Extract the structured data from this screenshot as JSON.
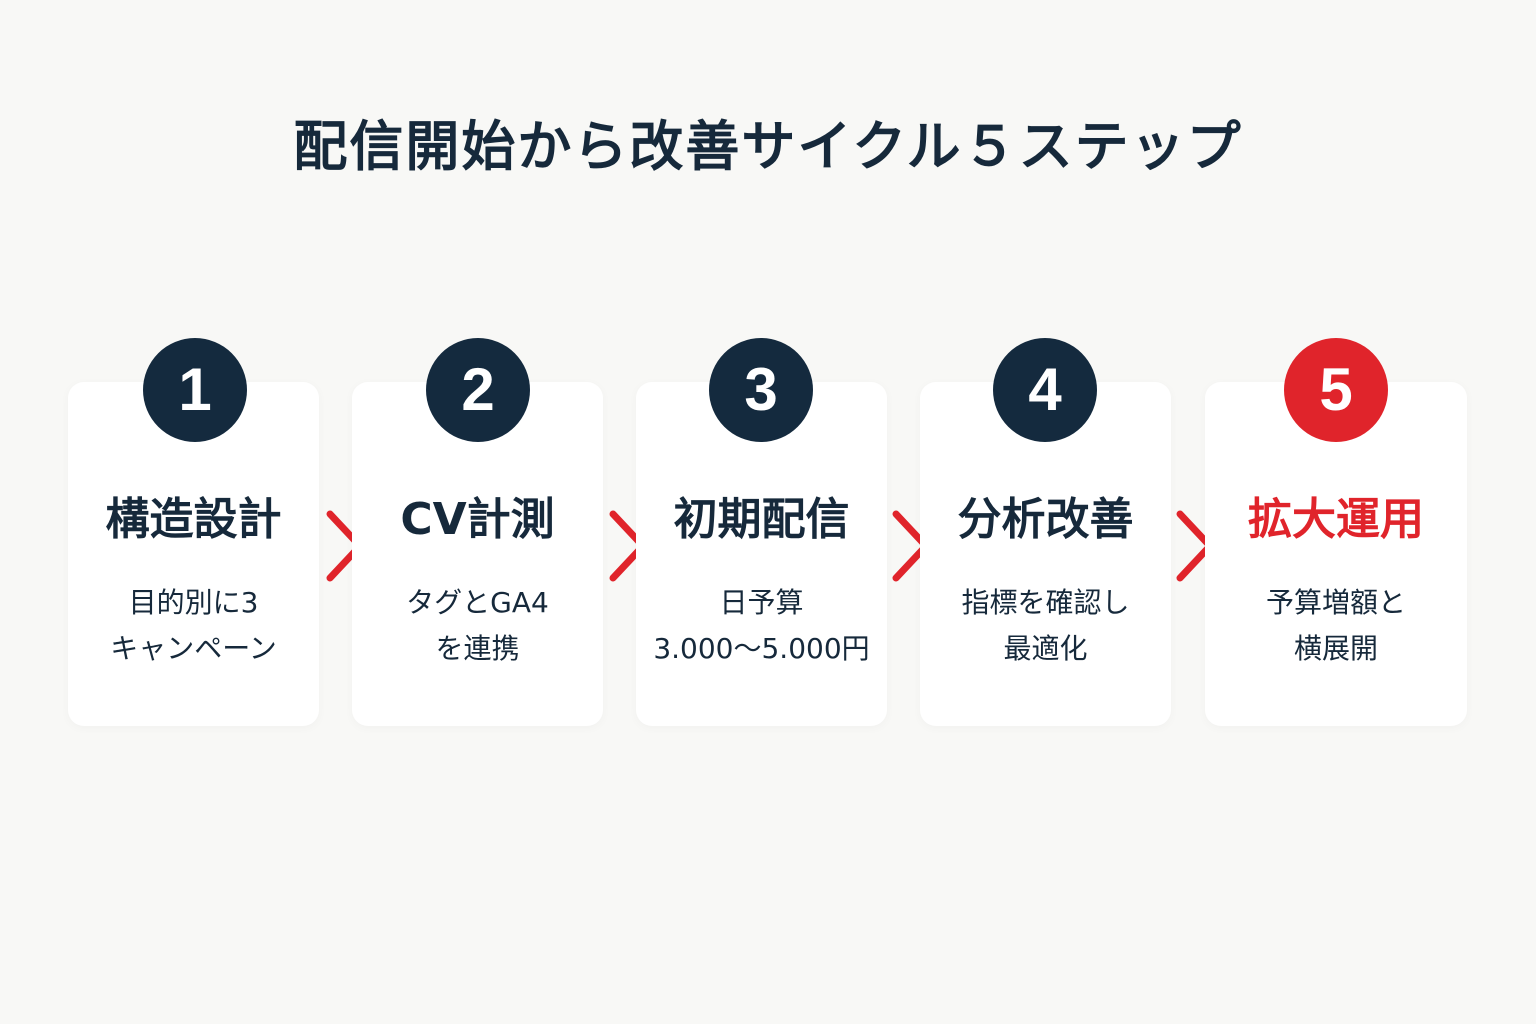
{
  "title": "配信開始から改善サイクル５ステップ",
  "colors": {
    "primary": "#142a3e",
    "accent": "#e0242b",
    "background": "#f8f8f6",
    "card": "#ffffff"
  },
  "steps": [
    {
      "number": "1",
      "title": "構造設計",
      "description": "目的別に3\nキャンペーン"
    },
    {
      "number": "2",
      "title": "CV計測",
      "description": "タグとGA4\nを連携"
    },
    {
      "number": "3",
      "title": "初期配信",
      "description": "日予算\n3.000〜5.000円"
    },
    {
      "number": "4",
      "title": "分析改善",
      "description": "指標を確認し\n最適化"
    },
    {
      "number": "5",
      "title": "拡大運用",
      "description": "予算増額と\n横展開"
    }
  ],
  "arrow_icon": "chevron-right-icon"
}
